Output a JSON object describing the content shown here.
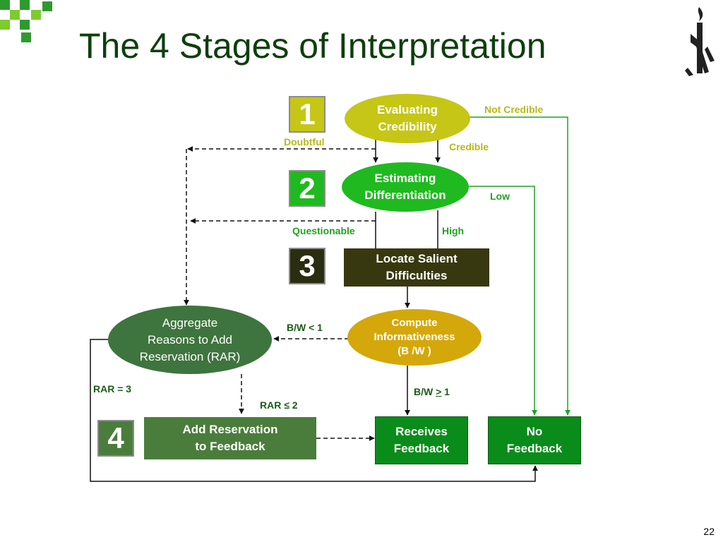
{
  "title": "The 4 Stages of Interpretation",
  "colors": {
    "title": "#0d3f0d",
    "stage1": "#c6c616",
    "stage2": "#1fba1f",
    "stage3": "#2b2d10",
    "stage4": "#4a7d3c",
    "yellow_node": "#c6c616",
    "green_node": "#1fba1f",
    "dark_node": "#383810",
    "olive_node": "#3e743e",
    "gold_node": "#d4a80a",
    "feedback_node": "#0a8c1a",
    "label_yellow": "#b8b81a",
    "label_green": "#1fa41f",
    "label_dark": "#1a5c1a"
  },
  "stages": [
    "1",
    "2",
    "3",
    "4"
  ],
  "nodes": {
    "evaluating": "Evaluating\nCredibility",
    "estimating": "Estimating\nDifferentiation",
    "locate": "Locate Salient\nDifficulties",
    "aggregate": "Aggregate\nReasons to Add\nReservation (RAR)",
    "compute": "Compute\nInformativeness\n(B /W )",
    "add_reservation": "Add Reservation\nto Feedback",
    "receives": "Receives\nFeedback",
    "no_feedback": "No\nFeedback"
  },
  "labels": {
    "not_credible": "Not Credible",
    "doubtful": "Doubtful",
    "credible": "Credible",
    "low": "Low",
    "questionable": "Questionable",
    "high": "High",
    "bw_lt": "B/W < 1",
    "bw_ge_prefix": "B/W ",
    "bw_ge_sym": ">",
    "bw_ge_suffix": " 1",
    "rar3": "RAR = 3",
    "rar2": "RAR ≤ 2"
  },
  "page_number": "22"
}
